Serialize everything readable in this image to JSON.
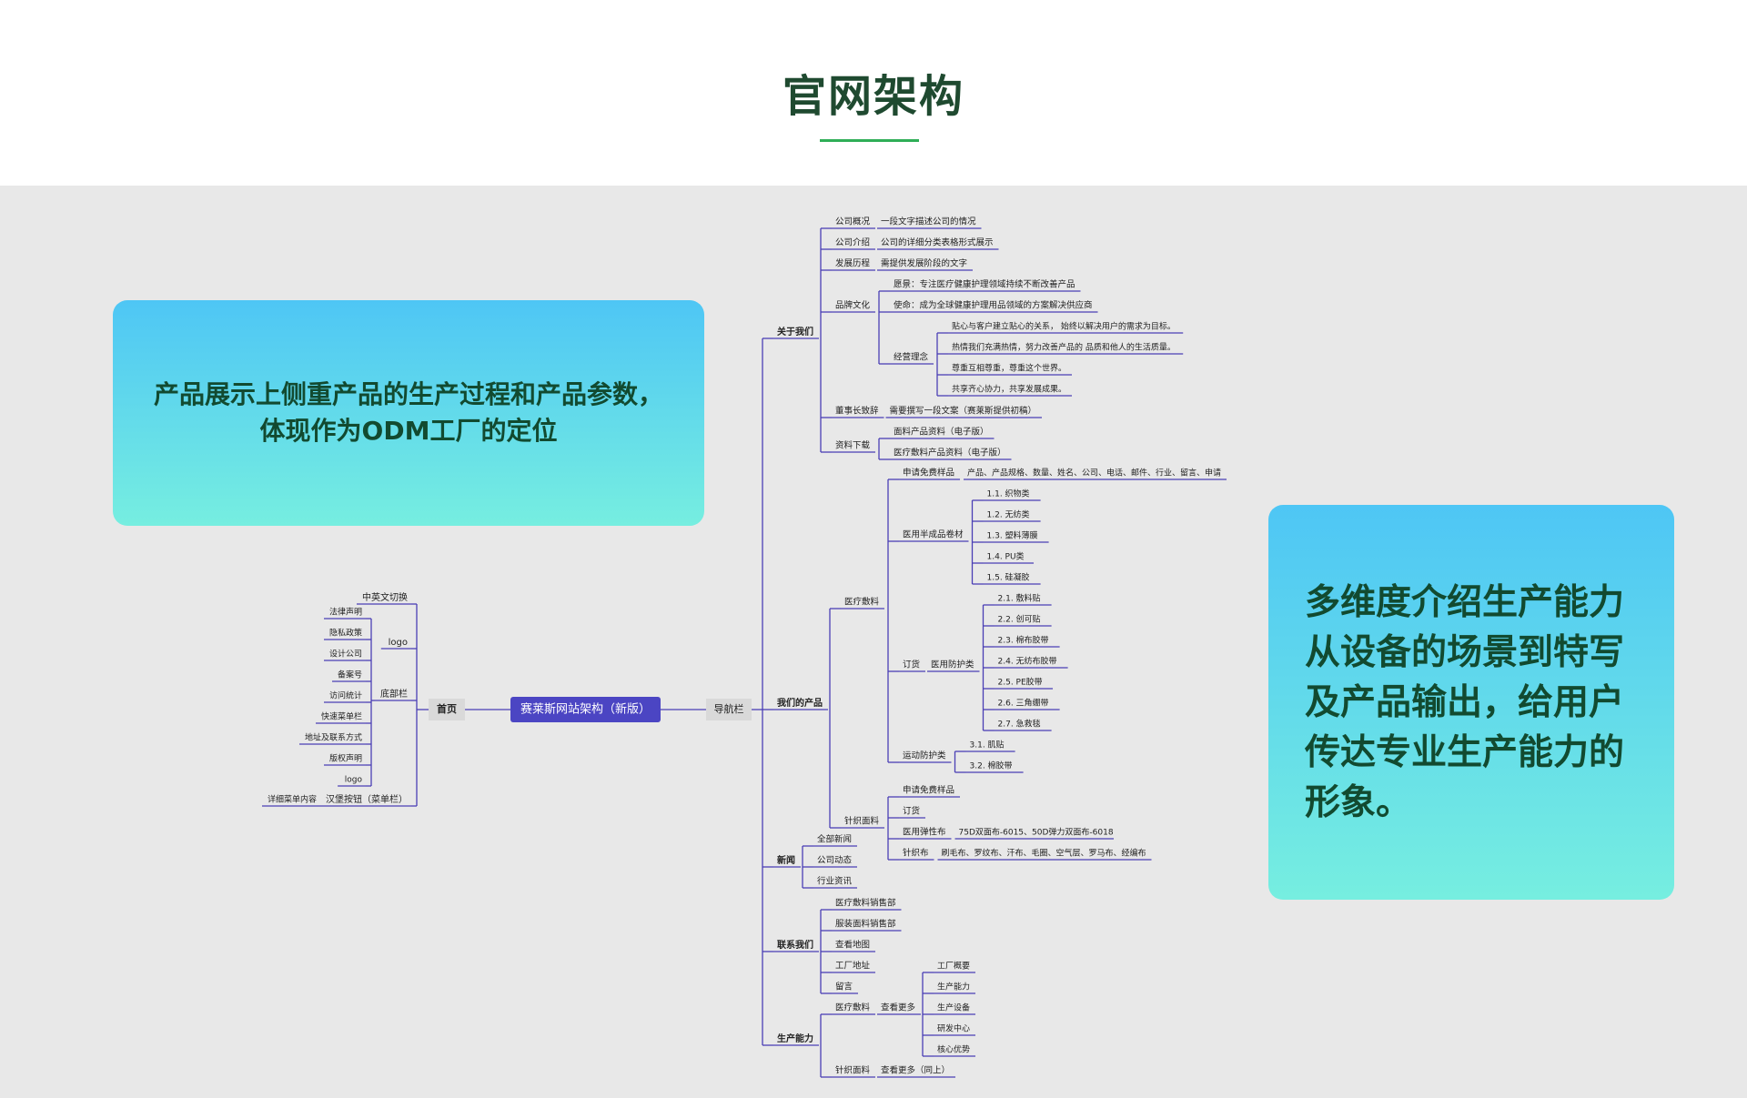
{
  "page_title": "官网架构",
  "callouts": {
    "left": "产品展示上侧重产品的生产过程和产品参数，\n体现作为ODM工厂的定位",
    "right": "多维度介绍生产能力\n从设备的场景到特写\n及产品输出，给用户\n传达专业生产能力的\n形象。"
  },
  "colors": {
    "line": "#4a3fb5",
    "root_fill": "#4b45c3",
    "tag_fill": "#d9d9d9",
    "title": "#1f4a30",
    "accent": "#2fae57"
  },
  "mindmap": {
    "root": "赛莱斯网站架构（新版）",
    "home": {
      "label": "首页",
      "children": [
        {
          "label": "中英文切换"
        },
        {
          "label": "logo"
        },
        {
          "label": "底部栏",
          "children": [
            "法律声明",
            "隐私政策",
            "设计公司",
            "备案号",
            "访问统计",
            "快速菜单栏",
            "地址及联系方式",
            "版权声明",
            "logo"
          ]
        },
        {
          "label": "汉堡按钮（菜单栏）",
          "children": [
            "详细菜单内容"
          ]
        }
      ]
    },
    "nav": {
      "label": "导航栏",
      "sections": [
        {
          "label": "关于我们",
          "children": [
            {
              "label": "公司概况",
              "children": [
                "一段文字描述公司的情况"
              ]
            },
            {
              "label": "公司介绍",
              "children": [
                "公司的详细分类表格形式展示"
              ]
            },
            {
              "label": "发展历程",
              "children": [
                "需提供发展阶段的文字"
              ]
            },
            {
              "label": "品牌文化",
              "children": [
                "愿景：专注医疗健康护理领域持续不断改善产品",
                "使命：成为全球健康护理用品领域的方案解决供应商",
                {
                  "label": "经营理念",
                  "children": [
                    "贴心与客户建立贴心的关系， 始终以解决用户的需求为目标。",
                    "热情我们充满热情，努力改善产品的 品质和他人的生活质量。",
                    "尊重互相尊重，尊重这个世界。",
                    "共享齐心协力，共享发展成果。"
                  ]
                }
              ]
            },
            {
              "label": "董事长致辞",
              "children": [
                "需要撰写一段文案（赛莱斯提供初稿）"
              ]
            },
            {
              "label": "资料下载",
              "children": [
                "面料产品资料（电子版）",
                "医疗敷料产品资料（电子版）"
              ]
            }
          ]
        },
        {
          "label": "我们的产品",
          "children": [
            {
              "label": "医疗敷料",
              "children": [
                {
                  "label": "申请免费样品",
                  "children": [
                    "产品、产品规格、数量、姓名、公司、电话、邮件、行业、留言、申请"
                  ]
                },
                {
                  "label": "医用半成品卷材",
                  "children": [
                    "1.1. 织物类",
                    "1.2. 无纺类",
                    "1.3. 塑料薄膜",
                    "1.4. PU类",
                    "1.5. 硅凝胶"
                  ]
                },
                {
                  "label": "订货",
                  "children": [
                    {
                      "label": "医用防护类",
                      "children": [
                        "2.1. 敷料贴",
                        "2.2. 创可贴",
                        "2.3. 棉布胶带",
                        "2.4. 无纺布胶带",
                        "2.5. PE胶带",
                        "2.6. 三角绷带",
                        "2.7. 急救毯"
                      ]
                    }
                  ]
                },
                {
                  "label": "运动防护类",
                  "children": [
                    "3.1. 肌贴",
                    "3.2. 棉胶带"
                  ]
                }
              ]
            },
            {
              "label": "针织面料",
              "children": [
                {
                  "label": "申请免费样品"
                },
                {
                  "label": "订货"
                },
                {
                  "label": "医用弹性布",
                  "children": [
                    "75D双面布-6015、50D弹力双面布-6018"
                  ]
                },
                {
                  "label": "针织布",
                  "children": [
                    "刷毛布、罗纹布、汗布、毛圈、空气层、罗马布、经编布"
                  ]
                }
              ]
            }
          ]
        },
        {
          "label": "新闻",
          "children": [
            "全部新闻",
            "公司动态",
            "行业资讯"
          ]
        },
        {
          "label": "联系我们",
          "children": [
            "医疗敷料销售部",
            "服装面料销售部",
            "查看地图",
            "工厂地址",
            "留言"
          ]
        },
        {
          "label": "生产能力",
          "children": [
            {
              "label": "医疗敷料",
              "children": [
                {
                  "label": "查看更多",
                  "children": [
                    "工厂概要",
                    "生产能力",
                    "生产设备",
                    "研发中心",
                    "核心优势"
                  ]
                }
              ]
            },
            {
              "label": "针织面料",
              "children": [
                {
                  "label": "查看更多（同上）"
                }
              ]
            }
          ]
        }
      ]
    }
  }
}
